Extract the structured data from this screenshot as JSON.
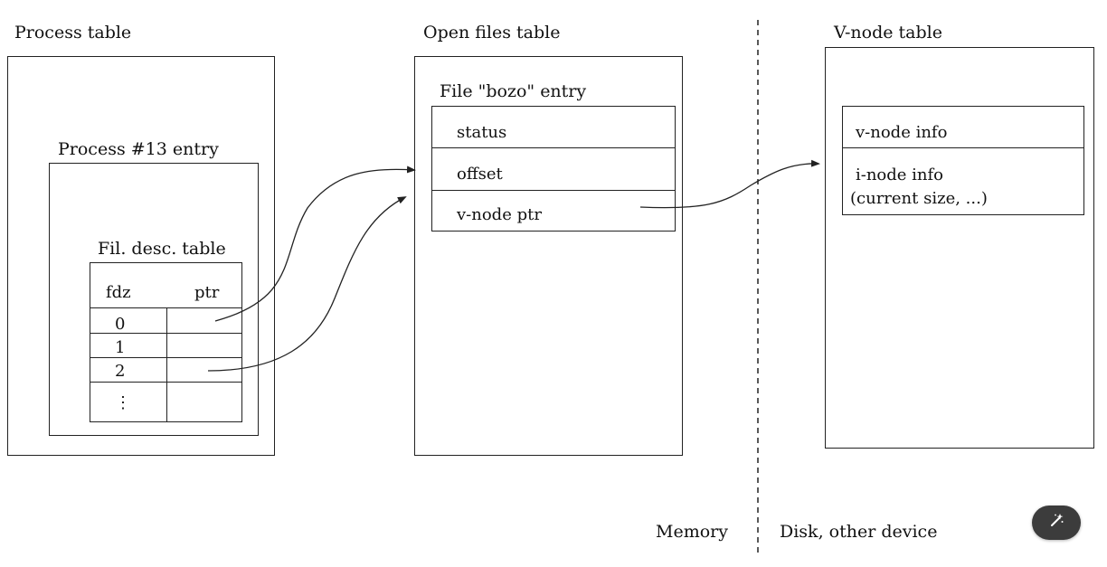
{
  "process_table": {
    "title": "Process table",
    "entry_title": "Process #13 entry",
    "fd_table": {
      "title": "Fil. desc. table",
      "col_fdz": "fdz",
      "col_ptr": "ptr",
      "rows": [
        "0",
        "1",
        "2",
        "⋮"
      ]
    }
  },
  "open_files_table": {
    "title": "Open files table",
    "entry_title": "File \"bozo\" entry",
    "fields": [
      "status",
      "offset",
      "v-node ptr"
    ]
  },
  "vnode_table": {
    "title": "V-node table",
    "vnode_info": "v-node info",
    "inode_info_line1": "i-node info",
    "inode_info_line2": "(current size, ...)"
  },
  "divider": {
    "left_label": "Memory",
    "right_label": "Disk, other device"
  },
  "colors": {
    "line": "#222222",
    "button_bg": "#3c3c3c"
  },
  "icons": {
    "magic_button": "magic-wand-icon"
  }
}
